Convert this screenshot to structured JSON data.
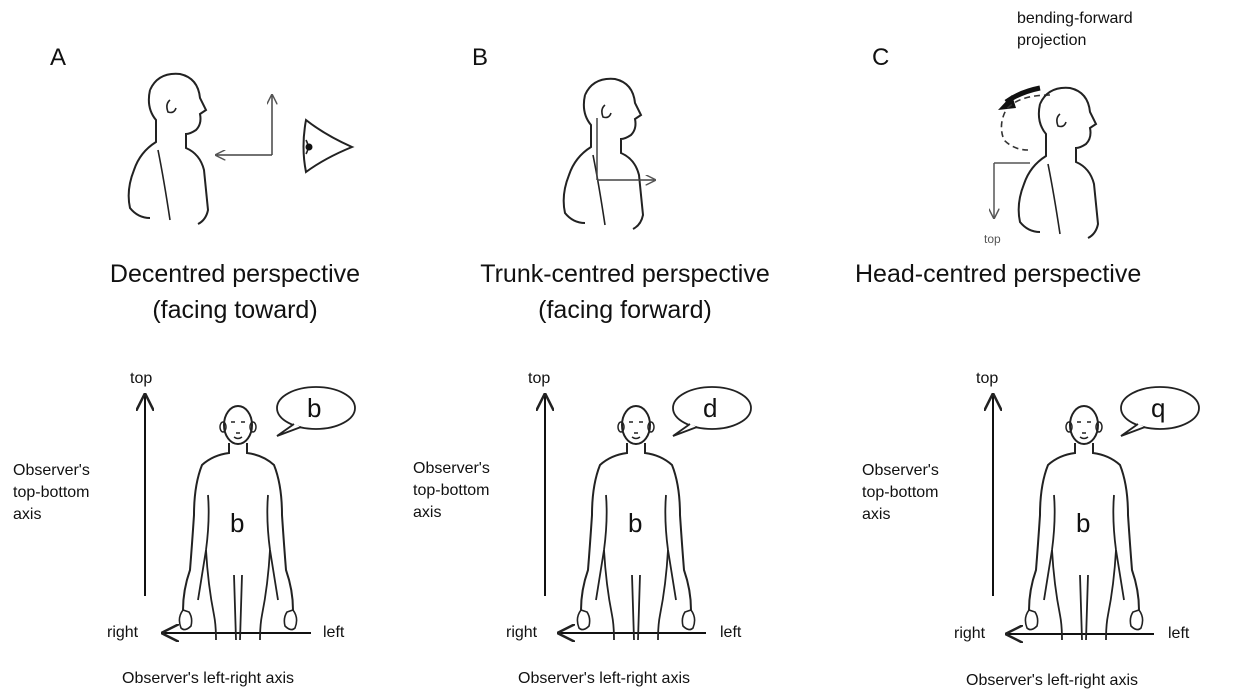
{
  "panels": [
    {
      "letter": "A",
      "title_line1": "Decentred perspective",
      "title_line2": "(facing toward)",
      "bubble_letter": "b",
      "body_letter": "b",
      "top_label": "top",
      "axis_label_1": "Observer's",
      "axis_label_2": "top-bottom",
      "axis_label_3": "axis",
      "right_label": "right",
      "left_label": "left",
      "bottom_caption": "Observer's left-right axis"
    },
    {
      "letter": "B",
      "title_line1": "Trunk-centred perspective",
      "title_line2": "(facing forward)",
      "bubble_letter": "d",
      "body_letter": "b",
      "top_label": "top",
      "axis_label_1": "Observer's",
      "axis_label_2": "top-bottom",
      "axis_label_3": "axis",
      "right_label": "right",
      "left_label": "left",
      "bottom_caption": "Observer's left-right axis"
    },
    {
      "letter": "C",
      "title_line1": "Head-centred perspective",
      "title_line2": "",
      "bubble_letter": "q",
      "body_letter": "b",
      "top_label": "top",
      "axis_label_1": "Observer's",
      "axis_label_2": "top-bottom",
      "axis_label_3": "axis",
      "right_label": "right",
      "left_label": "left",
      "bottom_caption": "Observer's left-right axis",
      "projection_label_1": "bending-forward",
      "projection_label_2": "projection",
      "small_top_label": "top"
    }
  ]
}
